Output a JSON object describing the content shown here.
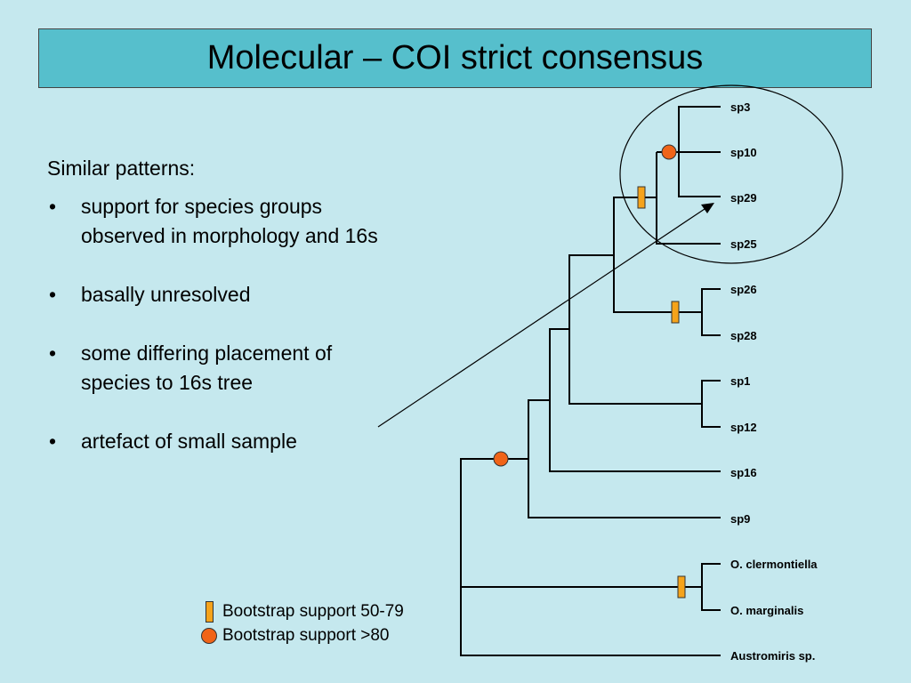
{
  "title": "Molecular – COI strict consensus",
  "intro": "Similar patterns:",
  "bullets": [
    "support for species groups observed in morphology and 16s",
    "basally unresolved",
    "some differing placement of species to 16s tree",
    "artefact of small sample"
  ],
  "taxa": [
    "sp3",
    "sp10",
    "sp29",
    "sp25",
    "sp26",
    "sp28",
    "sp1",
    "sp12",
    "sp16",
    "sp9",
    "O. clermontiella",
    "O. marginalis",
    "Austromiris sp."
  ],
  "legend": {
    "rect_label": "Bootstrap support  50-79",
    "circle_label": "Bootstrap support >80"
  },
  "colors": {
    "background": "#c5e8ee",
    "title_bar": "#56bfcc",
    "bootstrap_50_79": "#f5a31b",
    "bootstrap_80": "#f06418"
  }
}
